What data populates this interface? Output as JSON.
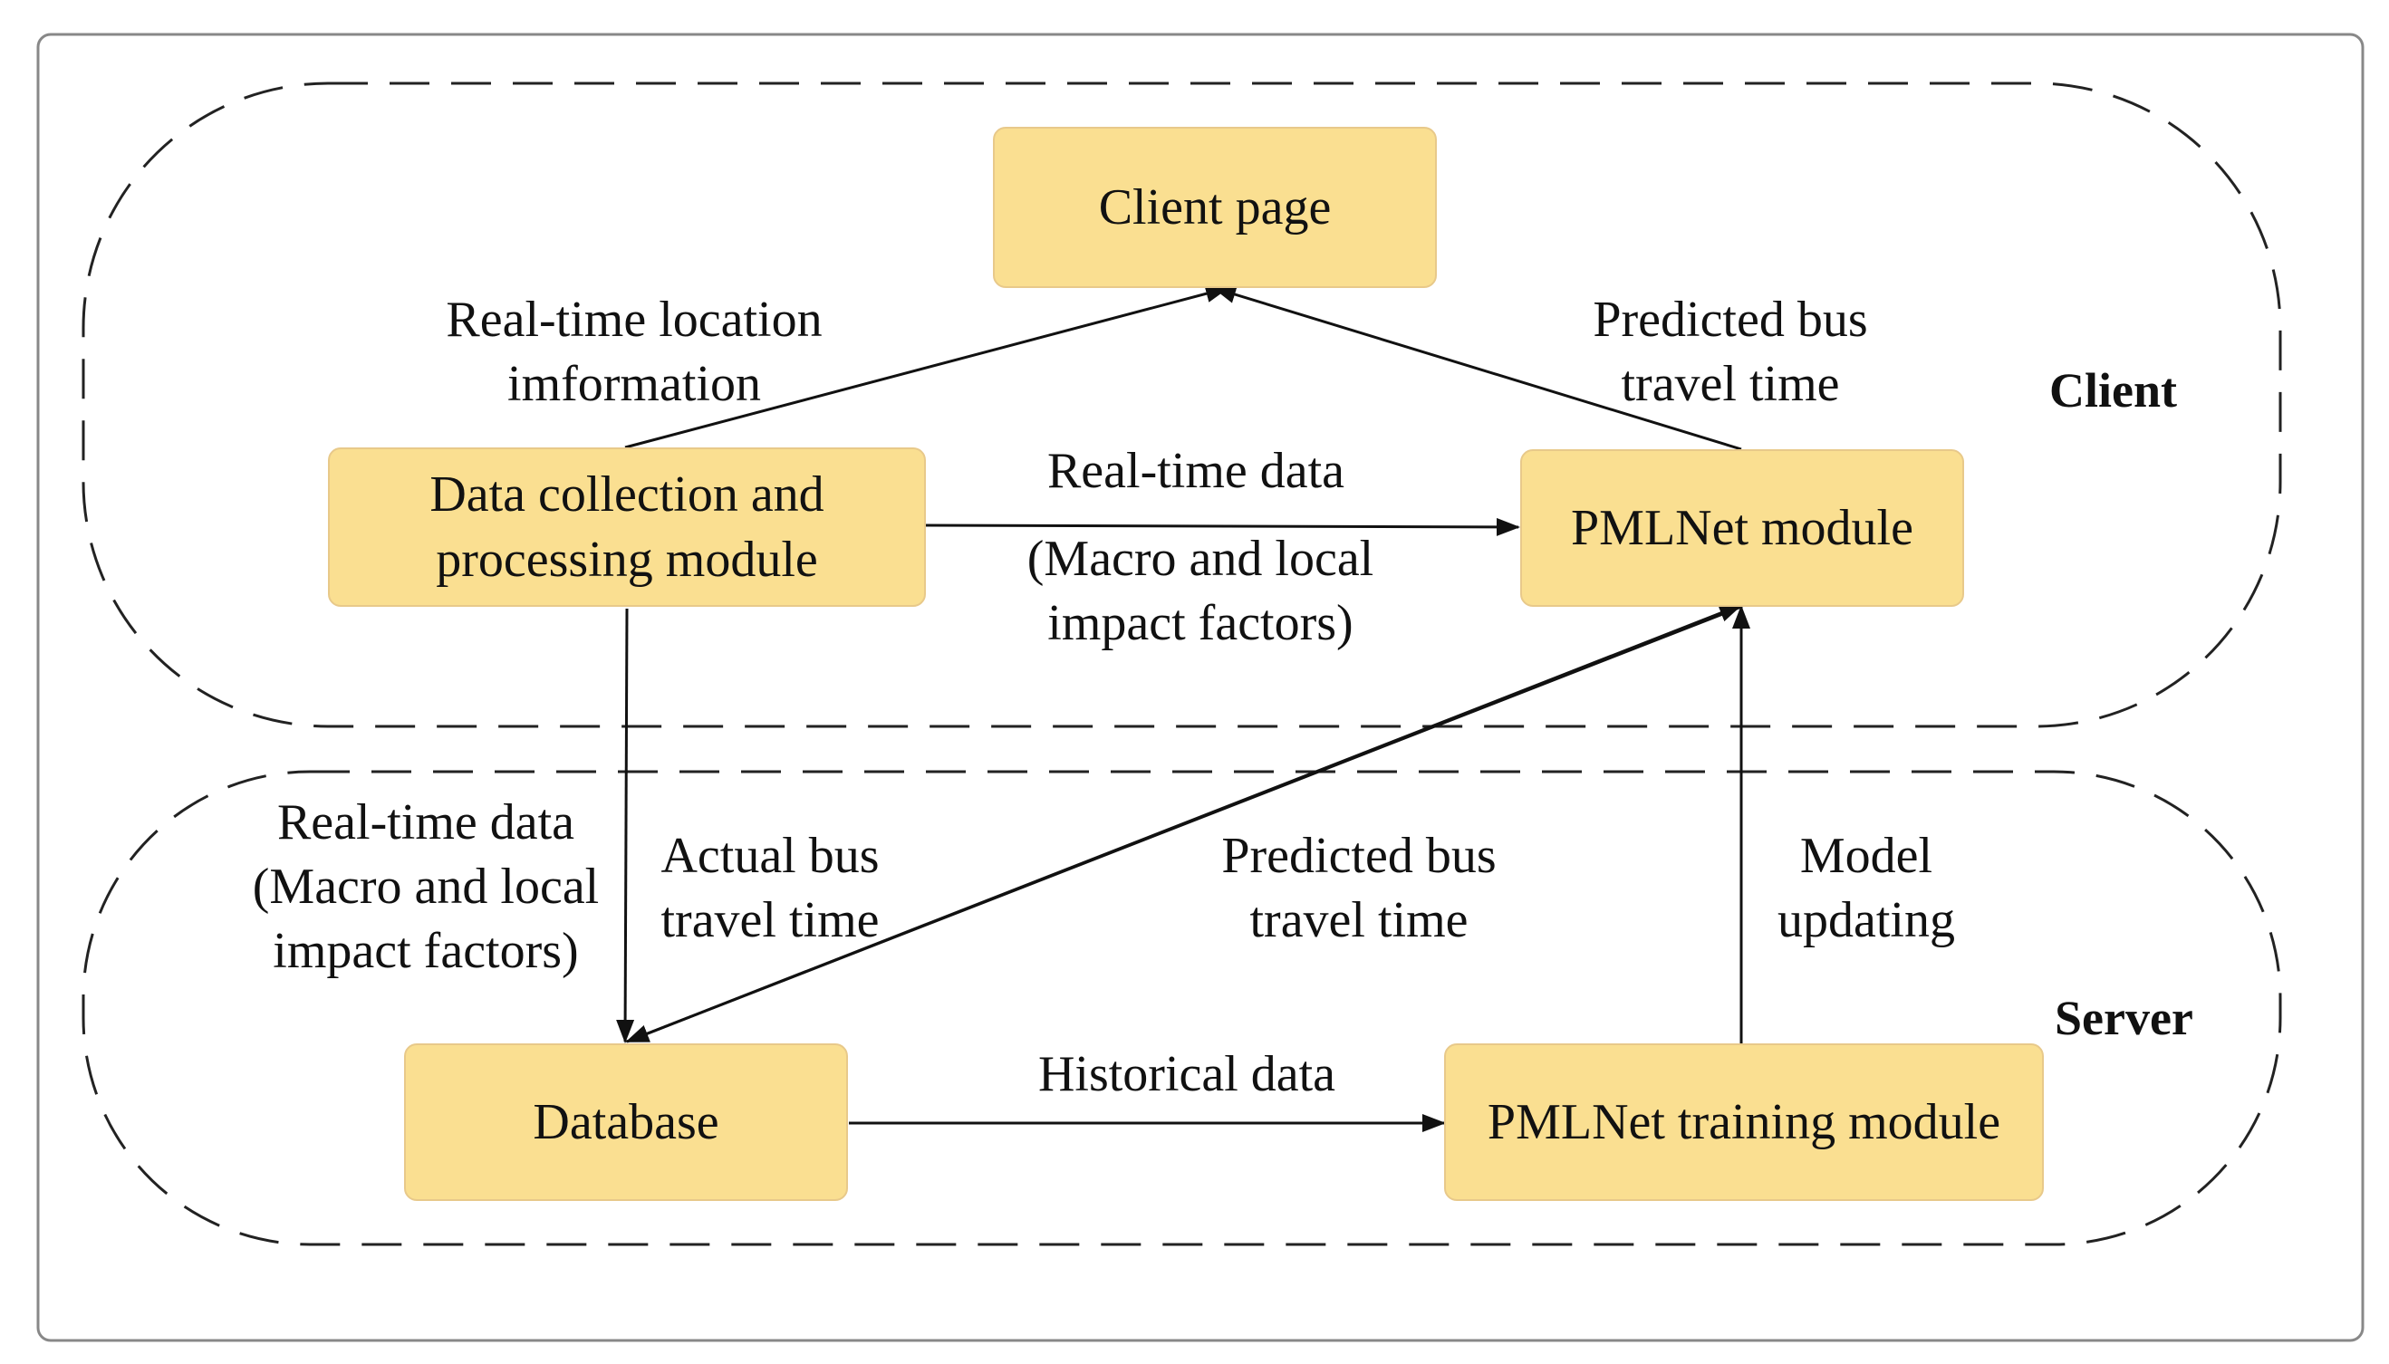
{
  "regions": {
    "client": "Client",
    "server": "Server"
  },
  "nodes": {
    "client_page": "Client page",
    "data_collection": "Data collection and\nprocessing module",
    "pmlnet_module": "PMLNet module",
    "database": "Database",
    "pmlnet_training": "PMLNet training module"
  },
  "edges": {
    "realtime_location": "Real-time location\nimformation",
    "predicted_top": "Predicted bus\ntravel time",
    "realtime_data_top": "Real-time data",
    "macro_local_top": "(Macro and local\nimpact factors)",
    "realtime_data_left": "Real-time data\n(Macro and local\nimpact factors)",
    "actual_bus": "Actual bus\ntravel time",
    "predicted_bottom": "Predicted bus\ntravel time",
    "model_updating": "Model\nupdating",
    "historical_data": "Historical data"
  },
  "colors": {
    "node_fill": "#fadf91",
    "node_border": "#e8c98a",
    "line": "#111111"
  }
}
